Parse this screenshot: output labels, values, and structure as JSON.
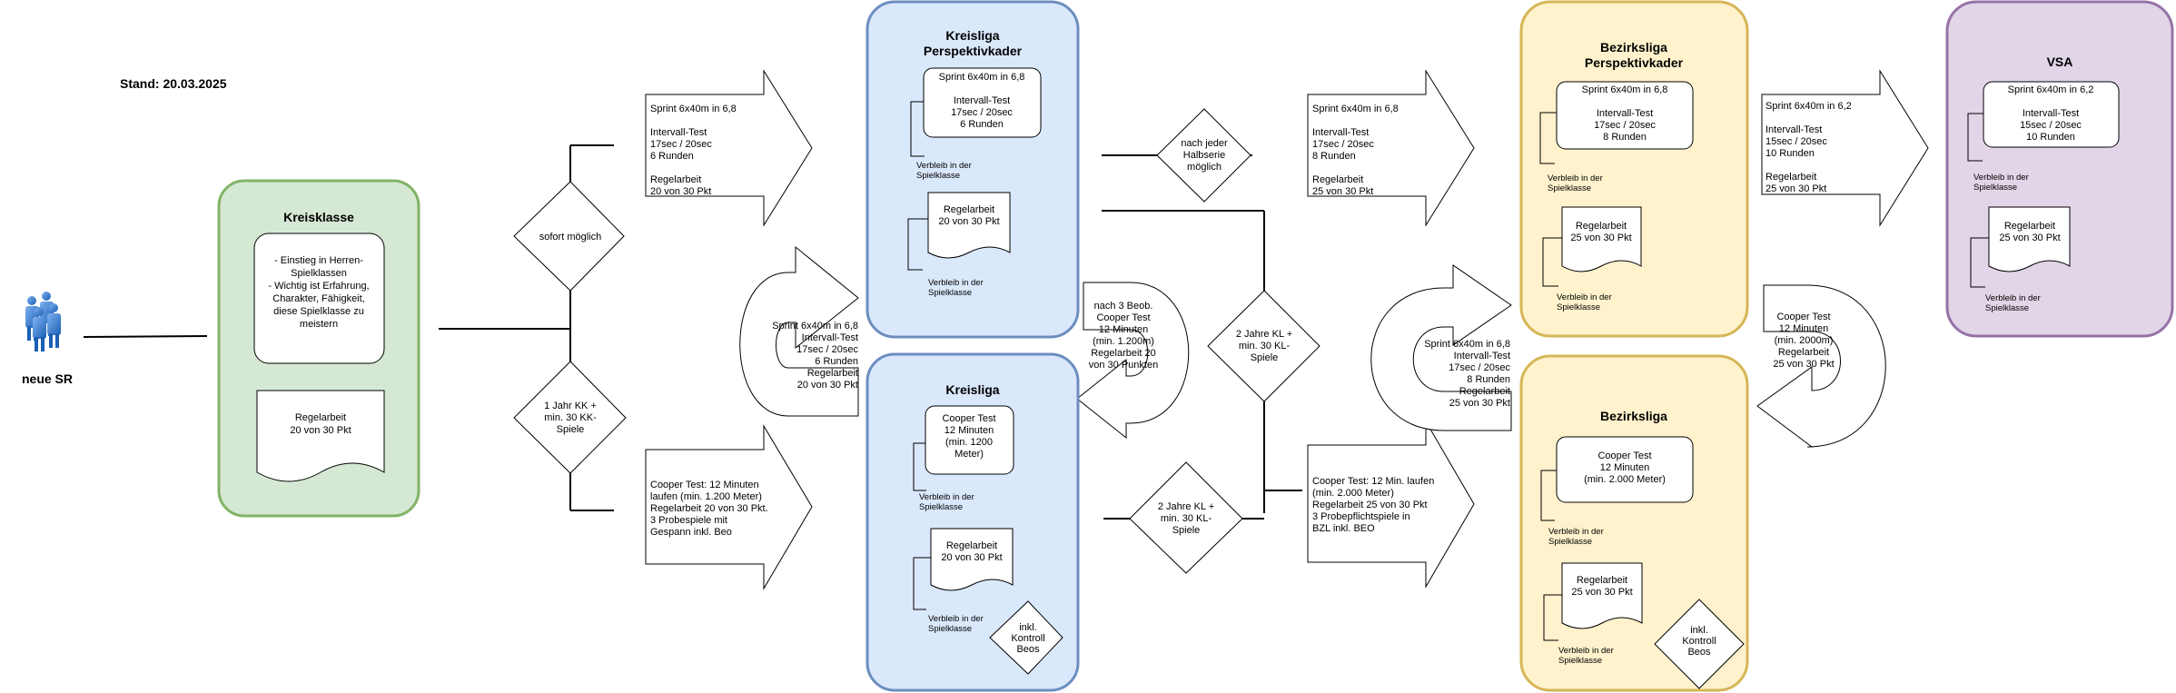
{
  "stand": "Stand: 20.03.2025",
  "start": {
    "label": "neue SR"
  },
  "colors": {
    "green_fill": "#d5e8d4",
    "green_stroke": "#82b366",
    "blue_fill": "#dae8fc",
    "blue_stroke": "#6c8ebf",
    "yellow_fill": "#fff2cc",
    "yellow_stroke": "#d6b656",
    "purple_fill": "#e1d5e7",
    "purple_stroke": "#9673a6"
  },
  "kreisklasse": {
    "title": "Kreisklasse",
    "desc": [
      "- Einstieg in Herren-",
      "Spielklassen",
      "- Wichtig ist Erfahrung,",
      "Charakter, Fähigkeit,",
      "diese Spielklasse zu",
      "meistern"
    ],
    "regel": [
      "Regelarbeit",
      "20 von 30 Pkt"
    ]
  },
  "decisions": {
    "sofort": [
      "sofort möglich"
    ],
    "jahr_kk": [
      "1 Jahr KK +",
      "min. 30 KK-",
      "Spiele"
    ],
    "halbserie": [
      "nach jeder",
      "Halbserie",
      "möglich"
    ],
    "zwei_jahre_kl_upper": [
      "2 Jahre KL +",
      "min. 30 KL-",
      "Spiele"
    ],
    "zwei_jahre_kl_lower": [
      "2 Jahre KL +",
      "min. 30 KL-",
      "Spiele"
    ],
    "kontroll_kl": [
      "inkl.",
      "Kontroll",
      "Beos"
    ],
    "kontroll_bzl": [
      "inkl.",
      "Kontroll",
      "Beos"
    ]
  },
  "arrows": {
    "kk_to_klp": [
      "Sprint 6x40m in 6,8",
      "",
      "Intervall-Test",
      "17sec / 20sec",
      "6 Runden",
      "",
      "Regelarbeit",
      "20 von 30 Pkt"
    ],
    "kk_to_kl": [
      "Cooper Test: 12 Minuten",
      "laufen (min. 1.200 Meter)",
      "Regelarbeit 20 von 30 Pkt.",
      "3 Probespiele mit",
      "Gespann inkl. Beo"
    ],
    "kl_to_klp": [
      "Sprint 6x40m in 6,8",
      "Intervall-Test",
      "17sec / 20sec",
      "6 Runden",
      "Regelarbeit",
      "20 von 30 Pkt"
    ],
    "klp_to_kl": [
      "nach 3 Beob.",
      "Cooper Test",
      "12 Minuten",
      "(min. 1.200m)",
      "Regelarbeit 20",
      "von 30 Punkten"
    ],
    "klp_to_bzlp": [
      "Sprint 6x40m in 6,8",
      "",
      "Intervall-Test",
      "17sec / 20sec",
      "8 Runden",
      "",
      "Regelarbeit",
      "25 von 30 Pkt"
    ],
    "kl_to_bzl": [
      "Cooper Test: 12 Min. laufen",
      "(min. 2.000 Meter)",
      "Regelarbeit 25 von 30 Pkt",
      "3 Probepflichtspiele in",
      "BZL inkl. BEO"
    ],
    "bzl_to_bzlp": [
      "Sprint 6x40m in 6,8",
      "Intervall-Test",
      "17sec / 20sec",
      "8 Runden",
      "Regelarbeit",
      "25 von 30 Pkt"
    ],
    "bzlp_to_vsa": [
      "Sprint 6x40m in 6,2",
      "",
      "Intervall-Test",
      "15sec / 20sec",
      "10 Runden",
      "",
      "Regelarbeit",
      "25 von 30 Pkt"
    ],
    "vsa_to_bzl": [
      "Cooper Test",
      "12 Minuten",
      "(min. 2000m)",
      "Regelarbeit",
      "25 von 30 Pkt"
    ]
  },
  "kreisliga_pk": {
    "title": [
      "Kreisliga",
      "Perspektivkader"
    ],
    "test": [
      "Sprint 6x40m in 6,8",
      "",
      "Intervall-Test",
      "17sec / 20sec",
      "6 Runden"
    ],
    "verbleib1": [
      "Verbleib in der",
      "Spielklasse"
    ],
    "regel": [
      "Regelarbeit",
      "20 von 30 Pkt"
    ],
    "verbleib2": [
      "Verbleib in der",
      "Spielklasse"
    ]
  },
  "kreisliga": {
    "title": [
      "Kreisliga"
    ],
    "test": [
      "Cooper Test",
      "12 Minuten",
      "(min. 1200",
      "Meter)"
    ],
    "verbleib1": [
      "Verbleib in der",
      "Spielklasse"
    ],
    "regel": [
      "Regelarbeit",
      "20 von 30 Pkt"
    ],
    "verbleib2": [
      "Verbleib in der",
      "Spielklasse"
    ]
  },
  "bezirksliga_pk": {
    "title": [
      "Bezirksliga",
      "Perspektivkader"
    ],
    "test": [
      "Sprint 6x40m in 6,8",
      "",
      "Intervall-Test",
      "17sec / 20sec",
      "8 Runden"
    ],
    "verbleib1": [
      "Verbleib in der",
      "Spielklasse"
    ],
    "regel": [
      "Regelarbeit",
      "25 von 30 Pkt"
    ],
    "verbleib2": [
      "Verbleib in der",
      "Spielklasse"
    ]
  },
  "bezirksliga": {
    "title": [
      "Bezirksliga"
    ],
    "test": [
      "Cooper Test",
      "12 Minuten",
      "(min. 2.000 Meter)"
    ],
    "verbleib1": [
      "Verbleib in der",
      "Spielklasse"
    ],
    "regel": [
      "Regelarbeit",
      "25 von 30 Pkt"
    ],
    "verbleib2": [
      "Verbleib in der",
      "Spielklasse"
    ]
  },
  "vsa": {
    "title": [
      "VSA"
    ],
    "test": [
      "Sprint 6x40m in 6,2",
      "",
      "Intervall-Test",
      "15sec / 20sec",
      "10 Runden"
    ],
    "verbleib1": [
      "Verbleib in der",
      "Spielklasse"
    ],
    "regel": [
      "Regelarbeit",
      "25 von 30 Pkt"
    ],
    "verbleib2": [
      "Verbleib in der",
      "Spielklasse"
    ]
  }
}
